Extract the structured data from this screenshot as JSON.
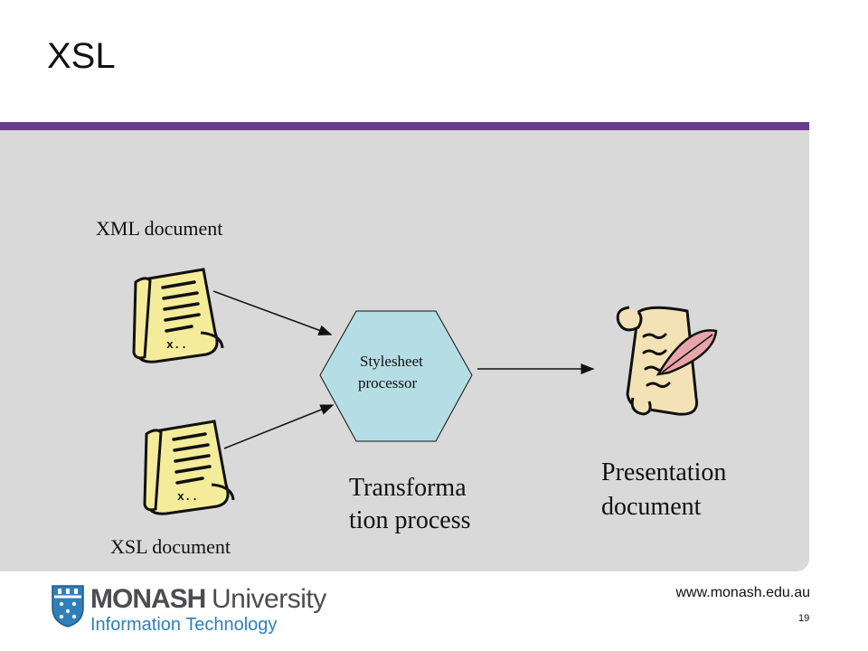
{
  "slide": {
    "title": "XSL",
    "page_number": "19",
    "url": "www.monash.edu.au"
  },
  "diagram": {
    "xml_document_label": "XML document",
    "xsl_document_label": "XSL document",
    "processor_line1": "Stylesheet",
    "processor_line2": "processor",
    "transform_line1": "Transforma",
    "transform_line2": "tion process",
    "presentation_line1": "Presentation",
    "presentation_line2": "document"
  },
  "branding": {
    "university_bold": "MONASH",
    "university_rest": "University",
    "faculty": "Information Technology"
  },
  "colors": {
    "accent_bar": "#6a3a8e",
    "panel_bg": "#d9d9da",
    "processor_fill": "#b5dde4",
    "document_fill": "#f4ec9a",
    "logo_blue": "#2f7fb8"
  }
}
